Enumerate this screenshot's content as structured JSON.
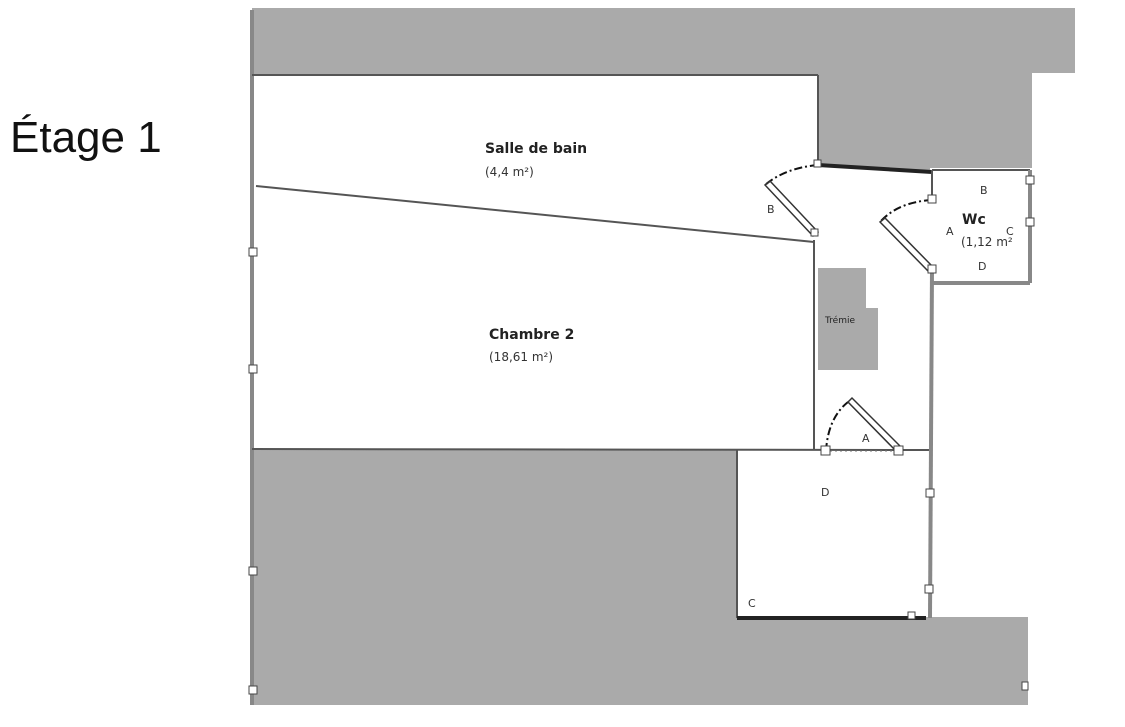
{
  "floor": {
    "title": "Étage 1"
  },
  "rooms": {
    "bathroom": {
      "name": "Salle de bain",
      "area": "(4,4 m²)"
    },
    "bedroom": {
      "name": "Chambre 2",
      "area": "(18,61 m²)"
    },
    "wc": {
      "name": "Wc",
      "area": "(1,12 m²"
    },
    "stair_opening": {
      "name": "Trémie"
    }
  },
  "wall_labels": {
    "bathroom_door": "B",
    "wc_b": "B",
    "wc_a": "A",
    "wc_c": "C",
    "wc_d": "D",
    "landing_a": "A",
    "landing_d": "D",
    "landing_c": "C"
  },
  "colors": {
    "background": "#ffffff",
    "mass_grey": "#aaaaaa",
    "wall": "#555555"
  }
}
